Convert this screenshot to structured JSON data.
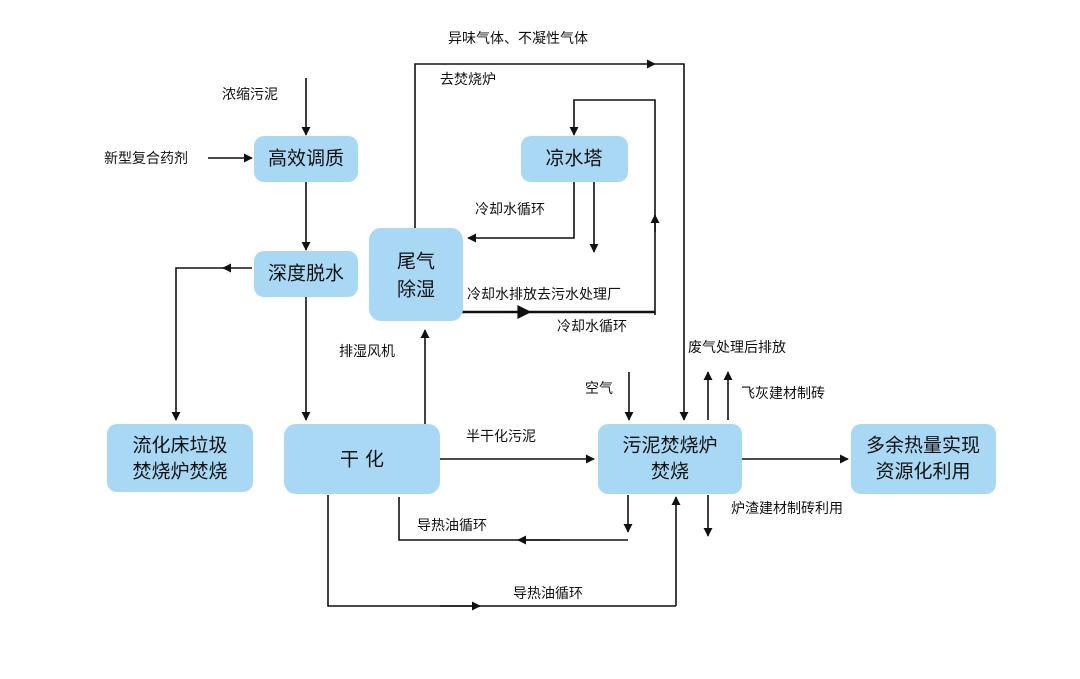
{
  "nodes": {
    "tiaozhi": "高效调质",
    "tuoshui": "深度脱水",
    "liuhua_1": "流化床垃圾",
    "liuhua_2": "焚烧炉焚烧",
    "ganhua": "干 化",
    "weiqi_1": "尾气",
    "weiqi_2": "除湿",
    "liangshuita": "凉水塔",
    "fenshao_1": "污泥焚烧炉",
    "fenshao_2": "焚烧",
    "duoyu_1": "多余热量实现",
    "duoyu_2": "资源化利用"
  },
  "labels": {
    "nongsuo": "浓缩污泥",
    "yaoji": "新型复合药剂",
    "yiwei": "异味气体、不凝性气体",
    "qufenshaolu": "去焚烧炉",
    "lengque_1": "冷却水循环",
    "lengque_paifang": "冷却水排放去污水处理厂",
    "lengque_2": "冷却水循环",
    "paishi": "排湿风机",
    "feiqi": "废气处理后排放",
    "kongqi": "空气",
    "feihui": "飞灰建材制砖",
    "banganhua": "半干化污泥",
    "luzha": "炉渣建材制砖利用",
    "daoreyou_1": "导热油循环",
    "daoreyou_2": "导热油循环"
  },
  "colors": {
    "node_fill": "#a9d8f5",
    "line": "#111111"
  }
}
